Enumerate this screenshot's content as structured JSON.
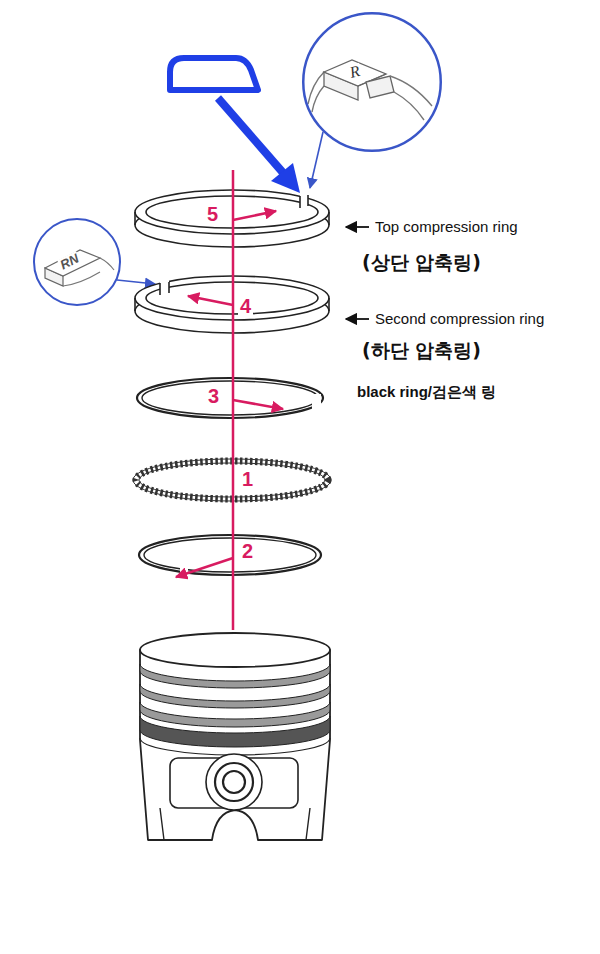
{
  "diagram": {
    "nodes": [
      {
        "text": [
          "R"
        ]
      },
      {
        "text": [
          "RN"
        ]
      }
    ],
    "labels": [
      "5",
      "Top compression ring",
      "(상단 압축링)",
      "4",
      "Second compression ring",
      "(하단 압축링)",
      "black ring/검은색 링",
      "3",
      "1",
      "2"
    ]
  }
}
